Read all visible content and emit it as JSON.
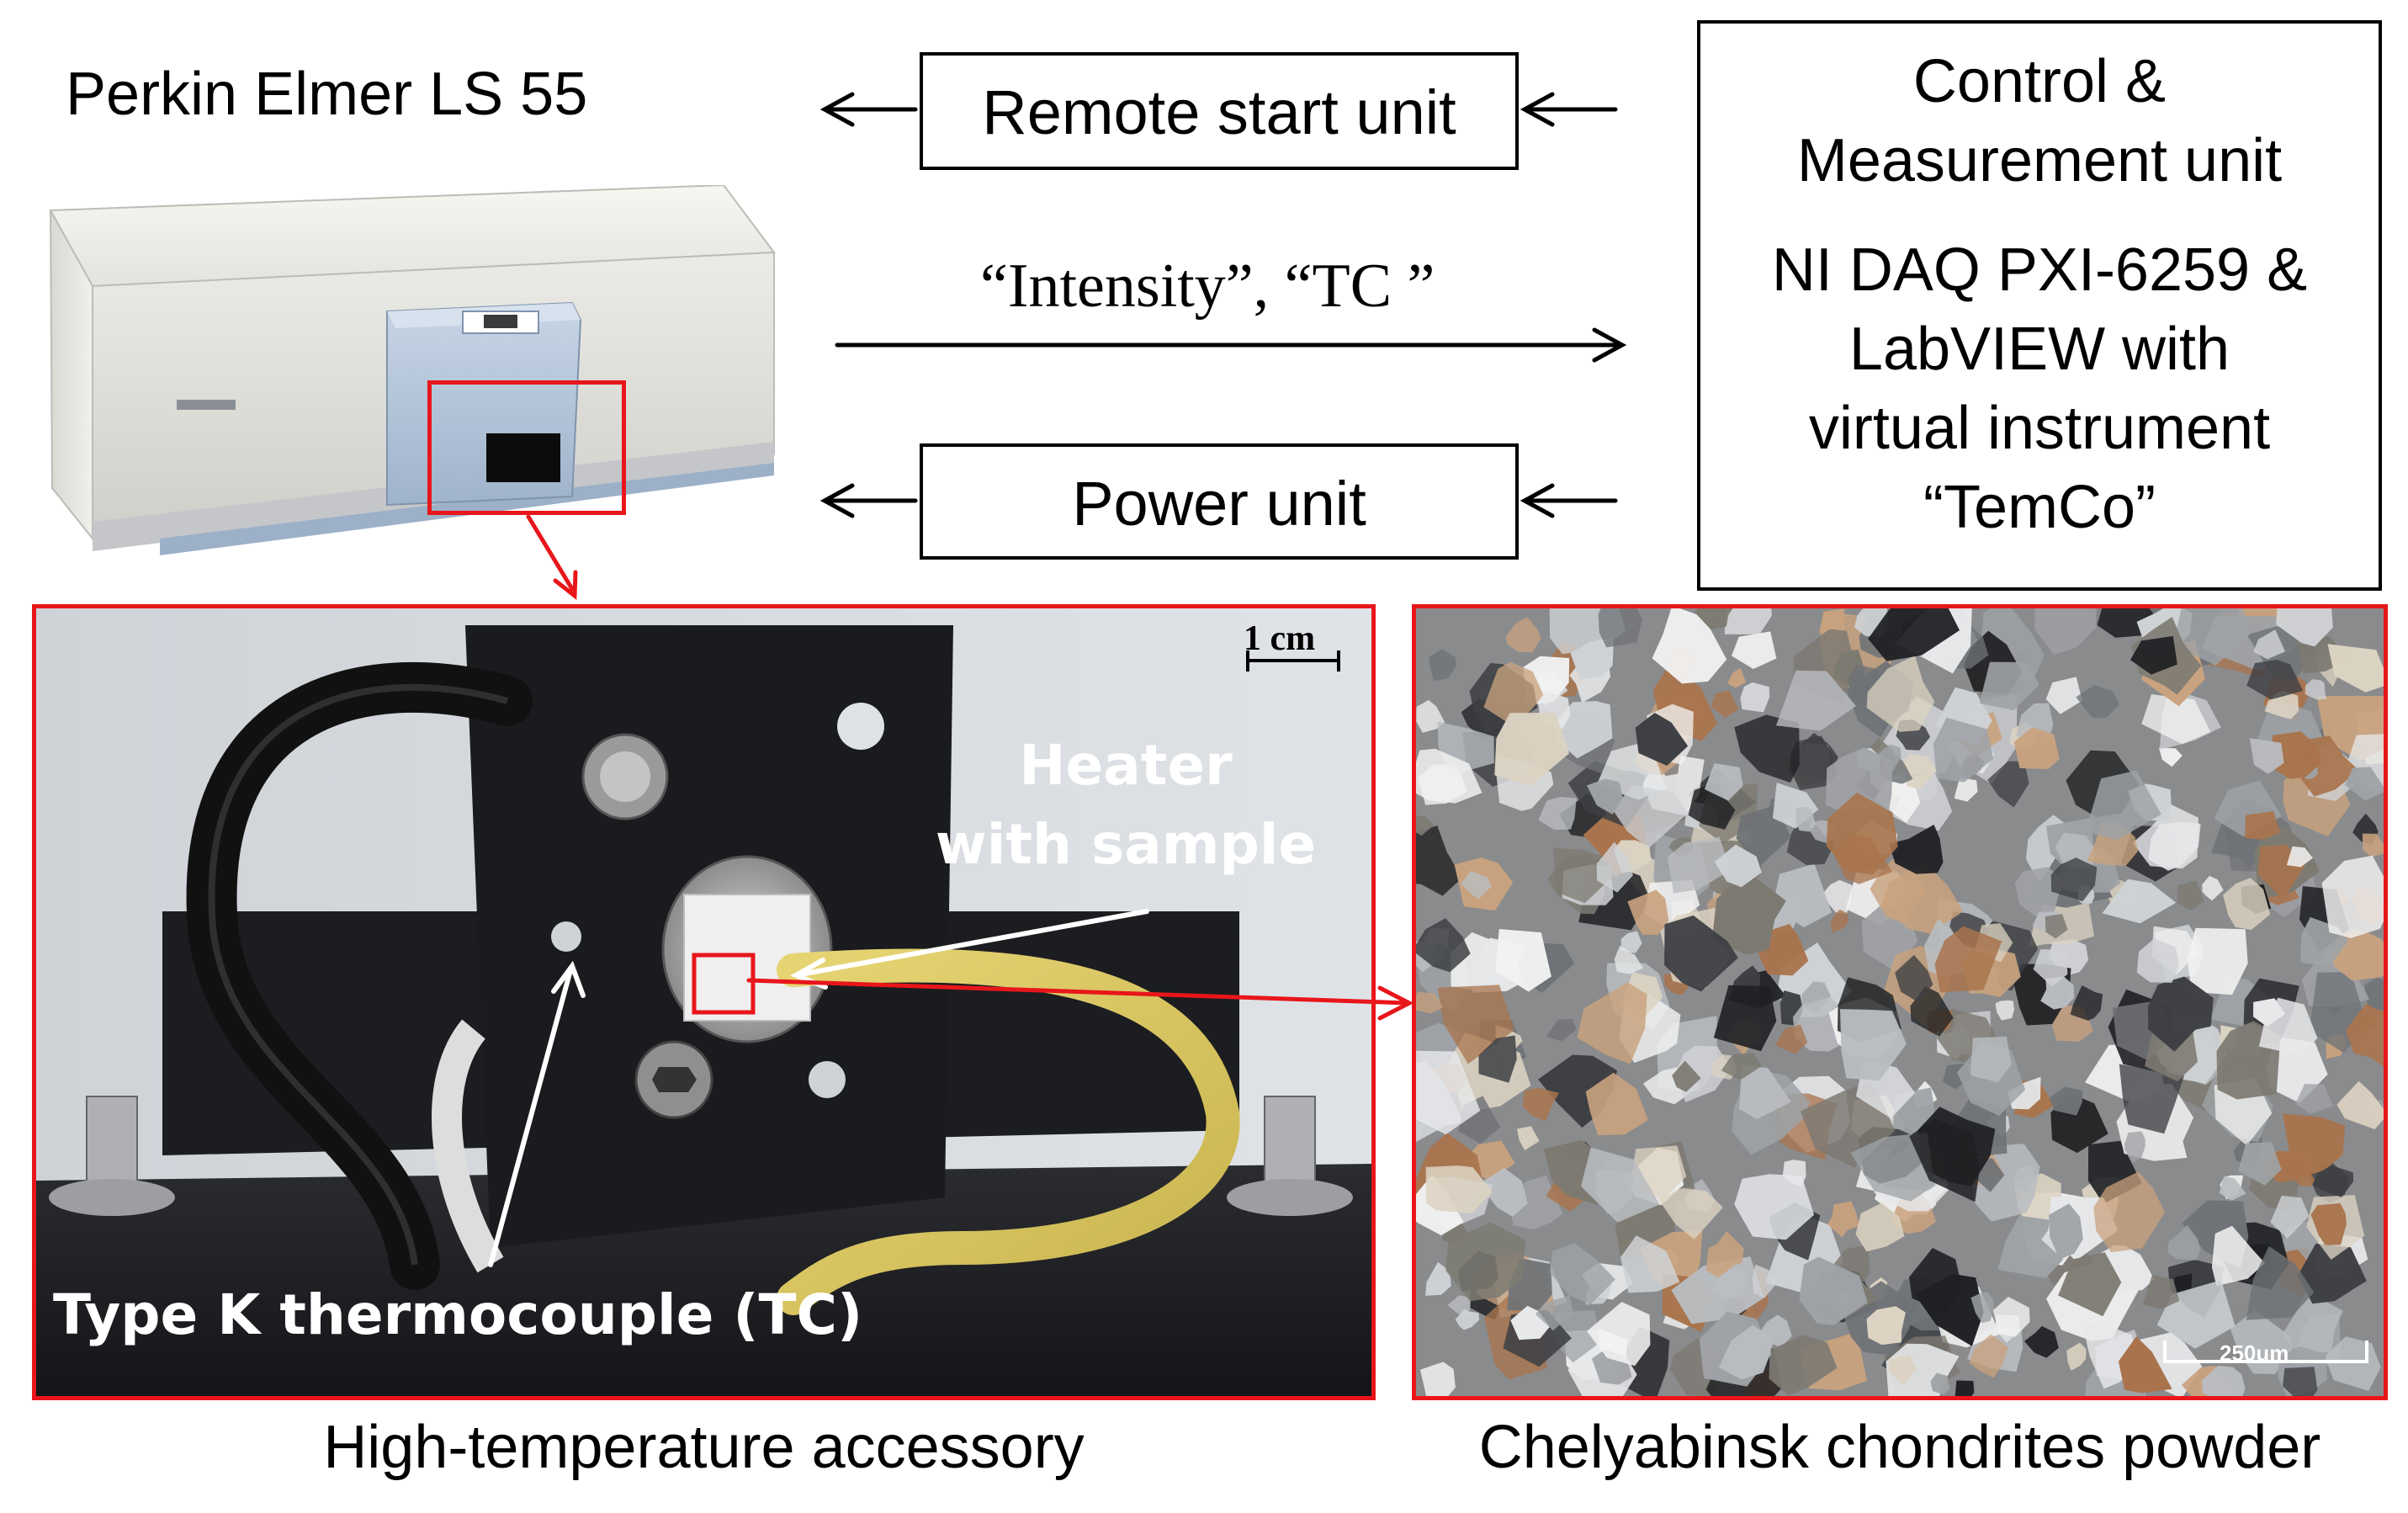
{
  "instrument": {
    "label": "Perkin Elmer LS 55"
  },
  "remote_start": {
    "label": "Remote start unit"
  },
  "power": {
    "label": "Power unit"
  },
  "signal": {
    "label": "“Intensity”, “TC ”"
  },
  "control": {
    "line1": "Control &",
    "line2": "Measurement unit",
    "line3": "NI DAQ PXI-6259 &",
    "line4": "LabVIEW with",
    "line5": "virtual instrument",
    "line6": "“TemCo”"
  },
  "accessory_photo": {
    "scale_label": "1 cm",
    "heater_line1": "Heater",
    "heater_line2": "with sample",
    "thermocouple": "Type K thermocouple (TC)",
    "caption": "High-temperature accessory"
  },
  "powder_photo": {
    "scale_label": "250um",
    "caption": "Chelyabinsk chondrites powder"
  },
  "colors": {
    "highlight": "#e8161b",
    "line": "#000000"
  }
}
